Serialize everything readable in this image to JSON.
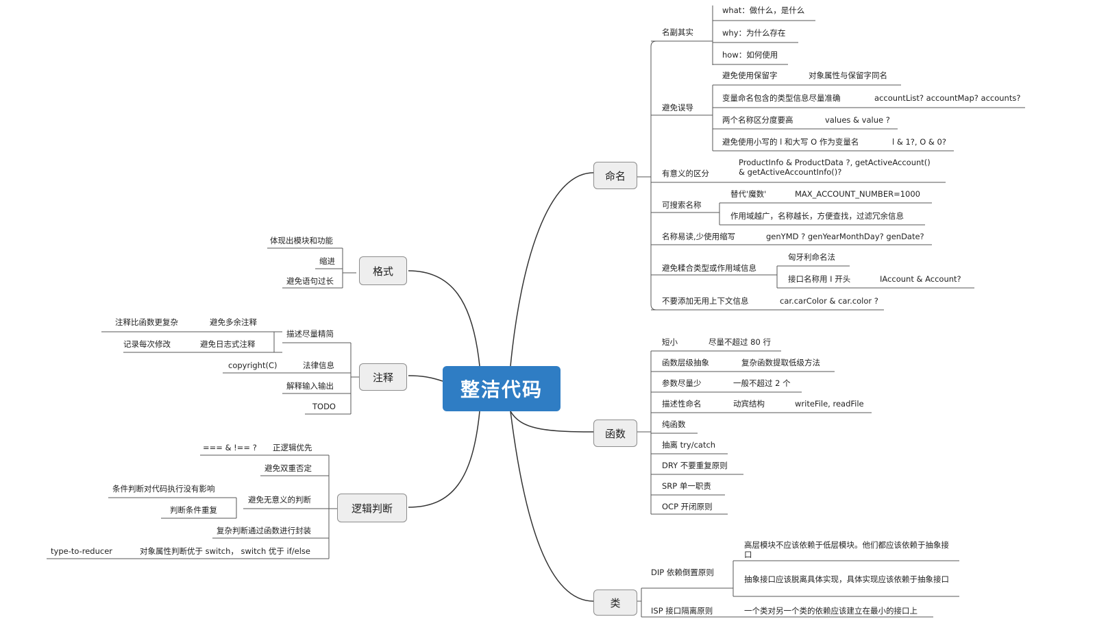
{
  "root": "整洁代码",
  "branches": {
    "naming": "命名",
    "functions": "函数",
    "classes": "类",
    "format": "格式",
    "comments": "注释",
    "logic": "逻辑判断"
  },
  "naming": {
    "name_real": "名副其实",
    "what": "what：做什么，是什么",
    "why": "why：为什么存在",
    "how": "how：如何使用",
    "avoid_mislead": "避免误导",
    "avoid_reserved": "避免使用保留字",
    "avoid_reserved_ex": "对象属性与保留字同名",
    "type_info": "变量命名包含的类型信息尽量准确",
    "type_info_ex": "accountList? accountMap? accounts?",
    "distinct_names": "两个名称区分度要高",
    "distinct_names_ex": "values & value ?",
    "avoid_l_o": "避免使用小写的 l 和大写 O 作为变量名",
    "avoid_l_o_ex": "l & 1?, O & 0?",
    "meaningful": "有意义的区分",
    "meaningful_ex": "ProductInfo & ProductData ?, getActiveAccount() & getActiveAccountInfo()?",
    "searchable": "可搜索名称",
    "replace_magic": "替代'魔数'",
    "replace_magic_ex": "MAX_ACCOUNT_NUMBER=1000",
    "scope_longer": "作用域越广，名称越长，方便查找，过滤冗余信息",
    "readable": "名称易读,少使用缩写",
    "readable_ex": "genYMD ? genYearMonthDay? genDate?",
    "avoid_encoding": "避免糅合类型或作用域信息",
    "hungarian": "匈牙利命名法",
    "interface_i": "接口名称用 I 开头",
    "interface_i_ex": "IAccount & Account?",
    "no_context": "不要添加无用上下文信息",
    "no_context_ex": "car.carColor & car.color ?"
  },
  "functions": {
    "short": "短小",
    "short_ex": "尽量不超过 80 行",
    "abstraction": "函数层级抽象",
    "abstraction_ex": "复杂函数提取低级方法",
    "few_params": "参数尽量少",
    "few_params_ex": "一般不超过 2 个",
    "descriptive": "描述性命名",
    "descriptive_mid": "动宾结构",
    "descriptive_ex": "writeFile, readFile",
    "pure": "纯函数",
    "extract_try": "抽离 try/catch",
    "dry": "DRY  不要重复原则",
    "srp": "SRP 单一职责",
    "ocp": "OCP 开闭原则"
  },
  "classes": {
    "dip": "DIP 依赖倒置原则",
    "dip_a": "高层模块不应该依赖于低层模块。他们都应该依赖于抽象接口",
    "dip_b": "抽象接口应该脱离具体实现，具体实现应该依赖于抽象接口",
    "isp": "ISP 接口隔离原则",
    "isp_a": "一个类对另一个类的依赖应该建立在最小的接口上"
  },
  "format": {
    "modules": "体现出模块和功能",
    "indent": "缩进",
    "avoid_long": "避免语句过长"
  },
  "comments": {
    "concise": "描述尽量精简",
    "avoid_redundant": "避免多余注释",
    "avoid_redundant_ex": "注释比函数更复杂",
    "avoid_log": "避免日志式注释",
    "avoid_log_ex": "记录每次修改",
    "legal": "法律信息",
    "legal_ex": "copyright(C)",
    "io": "解释输入输出",
    "todo": "TODO"
  },
  "logic": {
    "positive": "正逻辑优先",
    "positive_ex": "=== & !== ?",
    "double_neg": "避免双重否定",
    "meaningless": "避免无意义的判断",
    "meaningless_a": "条件判断对代码执行没有影响",
    "meaningless_b": "判断条件重复",
    "encapsulate": "复杂判断通过函数进行封装",
    "object_switch": "对象属性判断优于 switch，  switch 优于  if/else",
    "object_switch_ex": "type-to-reducer"
  },
  "colors": {
    "root": "#2f7dc4",
    "branch_bg": "#eeeeee",
    "line": "#333333"
  }
}
